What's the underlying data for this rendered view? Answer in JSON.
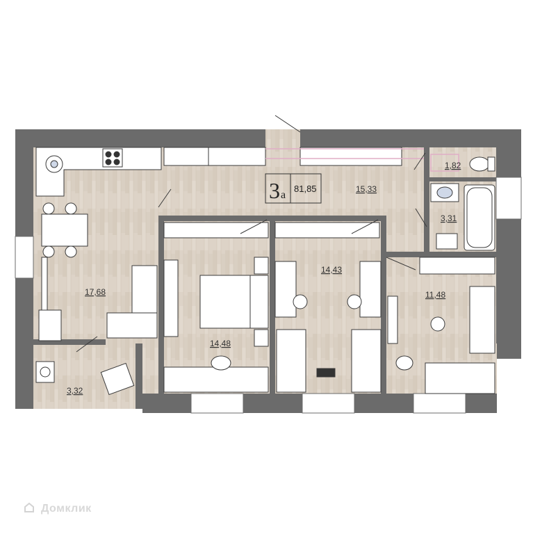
{
  "apartment": {
    "rooms_label": "3",
    "rooms_suffix": "а",
    "total_area": "81,85"
  },
  "rooms": {
    "kitchen": "17,68",
    "balcony": "3,32",
    "bedroom_main": "14,48",
    "bedroom_middle": "14,43",
    "bedroom_kids": "11,48",
    "hallway": "15,33",
    "toilet": "1,82",
    "bathroom": "3,31"
  },
  "watermark": "Домклик",
  "colors": {
    "wall": "#6b6b6b",
    "floor": "#ddd3c7",
    "accent_pink": "#e0aec6",
    "furniture_stroke": "#3a3a3a"
  }
}
